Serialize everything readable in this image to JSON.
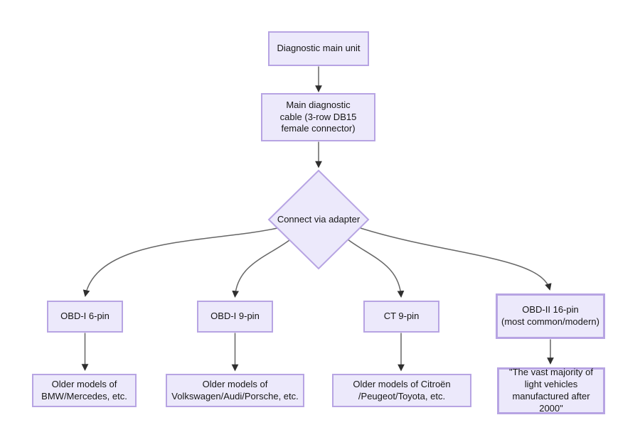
{
  "diagram": {
    "type": "flowchart",
    "direction": "top-down"
  },
  "colors": {
    "node_fill": "#ECE9FB",
    "node_border": "#B7A4E3",
    "edge_line": "#666666",
    "edge_arrowhead": "#2F2F2F",
    "text": "#161616",
    "background": "#FFFFFF"
  },
  "nodes": {
    "main_unit": {
      "label": "Diagnostic main unit",
      "shape": "rect"
    },
    "main_cable": {
      "label": "Main diagnostic\ncable (3-row DB15\nfemale connector)",
      "shape": "rect"
    },
    "adapter_decision": {
      "label": "Connect via adapter",
      "shape": "diamond"
    },
    "obd1_6pin": {
      "label": "OBD-I 6-pin",
      "shape": "rect"
    },
    "obd1_9pin": {
      "label": "OBD-I 9-pin",
      "shape": "rect"
    },
    "ct_9pin": {
      "label": "CT 9-pin",
      "shape": "rect"
    },
    "obd2_16pin": {
      "label": "OBD-II 16-pin\n(most common/modern)",
      "shape": "rect",
      "emphasized": true
    },
    "obd1_6pin_models": {
      "label": "Older models of\nBMW/Mercedes, etc.",
      "shape": "rect"
    },
    "obd1_9pin_models": {
      "label": "Older models of\nVolkswagen/Audi/Porsche, etc.",
      "shape": "rect"
    },
    "ct_9pin_models": {
      "label": "Older models of Citroën\n/Peugeot/Toyota, etc.",
      "shape": "rect"
    },
    "obd2_note": {
      "label": "\"The vast majority of\nlight vehicles\nmanufactured after 2000\"",
      "shape": "rect",
      "emphasized": true
    }
  },
  "edges": [
    {
      "from": "main_unit",
      "to": "main_cable"
    },
    {
      "from": "main_cable",
      "to": "adapter_decision"
    },
    {
      "from": "adapter_decision",
      "to": "obd1_6pin"
    },
    {
      "from": "adapter_decision",
      "to": "obd1_9pin"
    },
    {
      "from": "adapter_decision",
      "to": "ct_9pin"
    },
    {
      "from": "adapter_decision",
      "to": "obd2_16pin"
    },
    {
      "from": "obd1_6pin",
      "to": "obd1_6pin_models"
    },
    {
      "from": "obd1_9pin",
      "to": "obd1_9pin_models"
    },
    {
      "from": "ct_9pin",
      "to": "ct_9pin_models"
    },
    {
      "from": "obd2_16pin",
      "to": "obd2_note"
    }
  ]
}
